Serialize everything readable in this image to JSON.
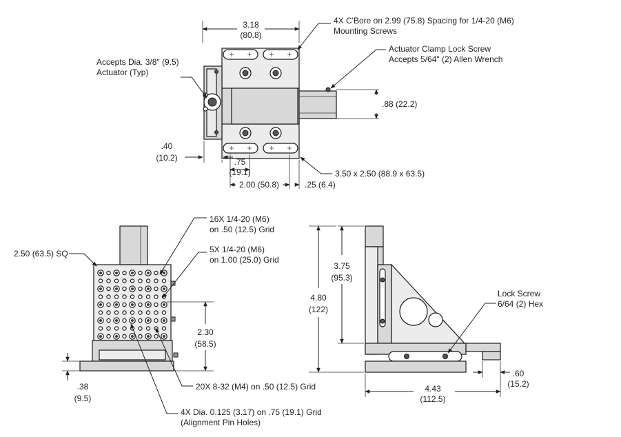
{
  "top_view": {
    "width_in": "3.18",
    "width_mm": "(80.8)",
    "cbore_line1": "4X C'Bore  on 2.99 (75.8) Spacing for 1/4-20 (M6)",
    "cbore_line2": "Mounting Screws",
    "actuator_line1": "Accepts Dia. 3/8\" (9.5)",
    "actuator_line2": "Actuator (Typ)",
    "clamp_line1": "Actuator Clamp Lock Screw",
    "clamp_line2": "Accepts 5/64\" (2) Allen Wrench",
    "clamp_dim": ".88 (22.2)",
    "offset_in": ".40",
    "offset_mm": "(10.2)",
    "slot_in": ".75",
    "slot_mm": "(19.1)",
    "spacing": "2.00 (50.8)",
    "edge": ".25 (6.4)",
    "footprint": "3.50 x 2.50 (88.9 x 63.5)"
  },
  "front_view": {
    "sq": "2.50 (63.5) SQ",
    "holes16_line1": "16X  1/4-20 (M6)",
    "holes16_line2": "on .50 (12.5) Grid",
    "holes5_line1": "5X  1/4-20 (M6)",
    "holes5_line2": "on 1.00 (25.0) Grid",
    "height_in": "2.30",
    "height_mm": "(58.5)",
    "base_in": ".38",
    "base_mm": "(9.5)",
    "holes20": "20X  8-32 (M4) on .50 (12.5) Grid",
    "pins_line1": "4X  Dia. 0.125 (3.17) on .75 (19.1) Grid",
    "pins_line2": "(Alignment Pin Holes)"
  },
  "side_view": {
    "inner_h_in": "3.75",
    "inner_h_mm": "(95.3)",
    "total_h_in": "4.80",
    "total_h_mm": "(122)",
    "lock_line1": "Lock Screw",
    "lock_line2": "6/64 (2) Hex",
    "depth_in": "4.43",
    "depth_mm": "(112.5)",
    "ext_in": ".60",
    "ext_mm": "(15.2)"
  }
}
